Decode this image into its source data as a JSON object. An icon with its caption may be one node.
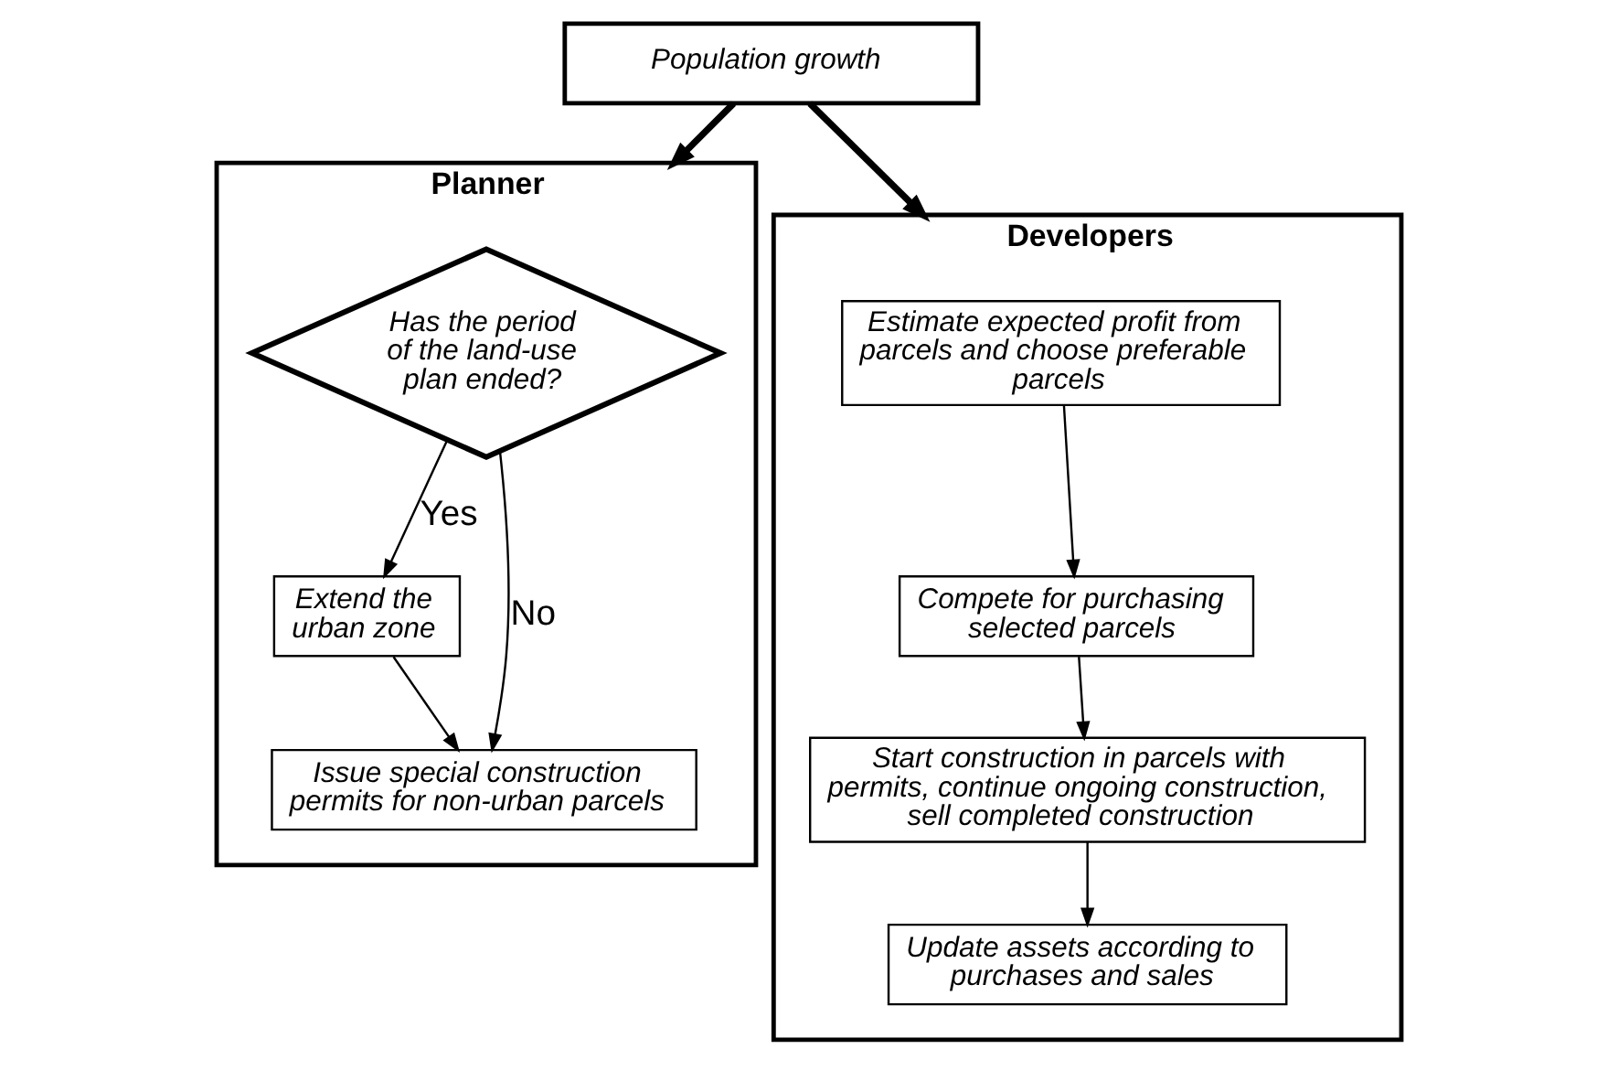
{
  "diagram": {
    "nodes": [
      {
        "text": [
          "Population growth"
        ]
      },
      {
        "text": [
          "Planner"
        ]
      },
      {
        "text": [
          "Has the period of the land-use plan ended?"
        ],
        "in": 1
      },
      {
        "text": [
          "Extend the urban zone"
        ],
        "in": 1
      },
      {
        "text": [
          "Issue special construction permits for non-urban parcels"
        ],
        "in": 1
      },
      {
        "text": [
          "Developers"
        ]
      },
      {
        "text": [
          "Estimate expected profit from parcels and choose preferable parcels"
        ],
        "in": 5
      },
      {
        "text": [
          "Compete for purchasing selected parcels"
        ],
        "in": 5
      },
      {
        "text": [
          "Start construction in parcels with permits, continue ongoing construction, sell completed construction"
        ],
        "in": 5
      },
      {
        "text": [
          "Update assets according to purchases and sales"
        ],
        "in": 5
      }
    ],
    "edges": [
      {
        "from": 0,
        "to": 1,
        "arrow": "to",
        "style": "thick"
      },
      {
        "from": 0,
        "to": 5,
        "arrow": "to",
        "style": "thick"
      },
      {
        "from": 2,
        "to": 3,
        "arrow": "to",
        "label": "Yes"
      },
      {
        "from": 2,
        "to": 4,
        "arrow": "to",
        "label": "No"
      },
      {
        "from": 3,
        "to": 4,
        "arrow": "to"
      },
      {
        "from": 6,
        "to": 7,
        "arrow": "to"
      },
      {
        "from": 7,
        "to": 8,
        "arrow": "to"
      },
      {
        "from": 8,
        "to": 9,
        "arrow": "to"
      }
    ]
  }
}
